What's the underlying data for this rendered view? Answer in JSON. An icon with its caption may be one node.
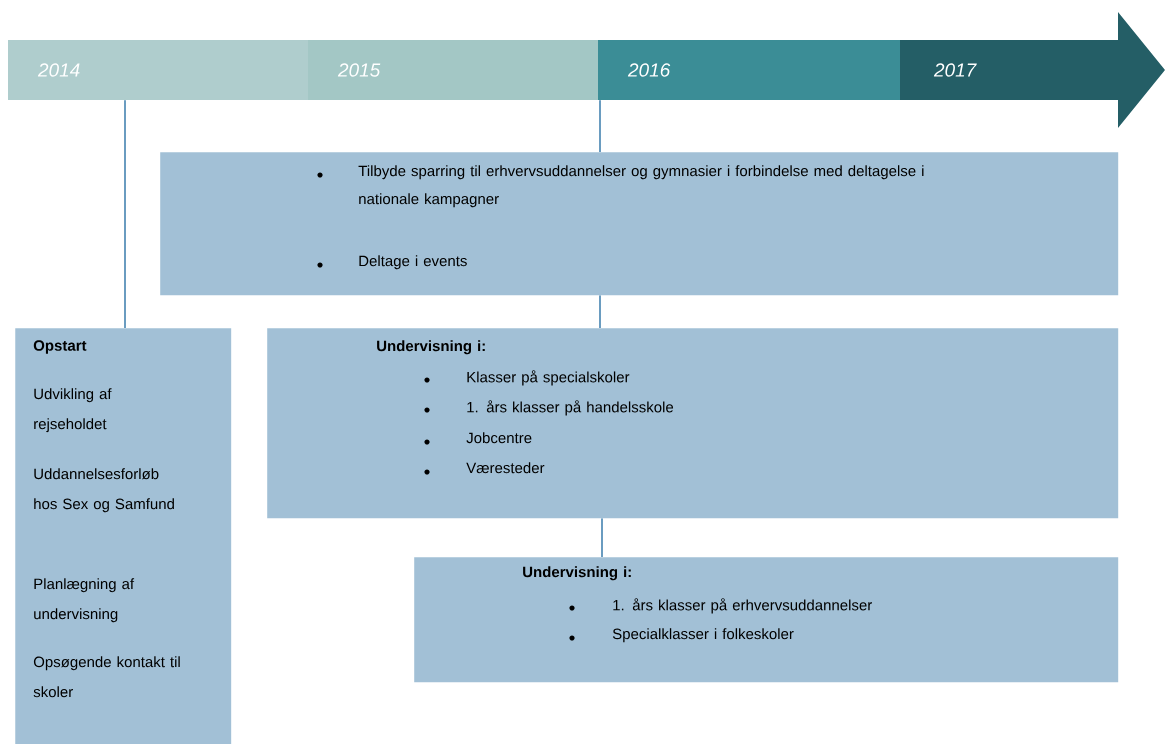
{
  "diagram": {
    "nodes": [
      {
        "text": [
          "2014"
        ]
      },
      {
        "text": [
          "2015"
        ]
      },
      {
        "text": [
          "2016"
        ]
      },
      {
        "text": [
          "2017"
        ]
      },
      {
        "text": [
          "Tilbyde sparring til erhvervsuddannelser og gymnasier i forbindelse med deltagelse i nationale kampagner",
          "Deltage i events"
        ]
      },
      {
        "text": [
          "Opstart",
          "Udvikling af rejseholdet",
          "Uddannelsesforløb hos Sex og Samfund",
          "Planlægning af undervisning",
          "Opsøgende kontakt til skoler"
        ]
      },
      {
        "text": [
          "Undervisning i:",
          "Klasser på specialskoler",
          "1. års klasser på handelsskole",
          "Jobcentre",
          "Væresteder"
        ]
      },
      {
        "text": [
          "Undervisning i:",
          "1. års klasser på erhvervsuddannelser",
          "Specialklasser i folkeskoler"
        ]
      }
    ],
    "edges": [
      {
        "from": 0,
        "to": 5,
        "arrow": "none"
      },
      {
        "from": 2,
        "to": 4,
        "arrow": "none"
      },
      {
        "from": 4,
        "to": 6,
        "arrow": "none"
      },
      {
        "from": 6,
        "to": 7,
        "arrow": "none"
      }
    ]
  }
}
